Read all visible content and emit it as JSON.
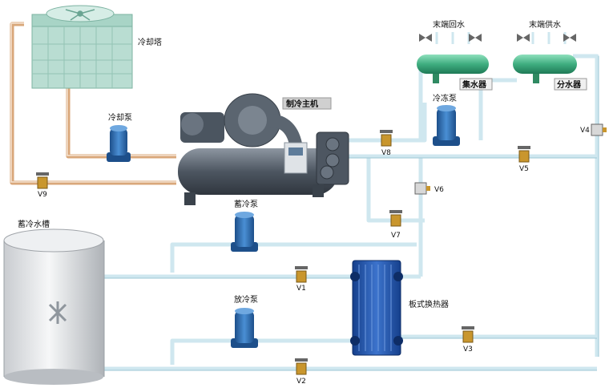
{
  "labels": {
    "cooling_tower": "冷却塔",
    "cooling_pump": "冷却泵",
    "chiller": "制冷主机",
    "chilled_pump": "冷冻泵",
    "return_terminal": "末端回水",
    "supply_terminal": "末端供水",
    "collector": "集水器",
    "distributor": "分水器",
    "storage_tank": "蓄冷水槽",
    "storage_pump": "蓄冷泵",
    "discharge_pump": "放冷泵",
    "heat_exchanger": "板式换热器"
  },
  "valves": {
    "v1": "V1",
    "v2": "V2",
    "v3": "V3",
    "v4": "V4",
    "v5": "V5",
    "v6": "V6",
    "v7": "V7",
    "v8": "V8",
    "v9": "V9"
  },
  "colors": {
    "cooling_pipe": "#d9a77a",
    "chilled_pipe": "#cfe7ef",
    "pump_blue": "#2f6fb0",
    "tower_green": "#b9ddd2",
    "header_green": "#4fb58c",
    "chiller_gray": "#5a6470",
    "exchanger_blue": "#1f4fa8",
    "tank_gray": "#e4e6e8"
  }
}
